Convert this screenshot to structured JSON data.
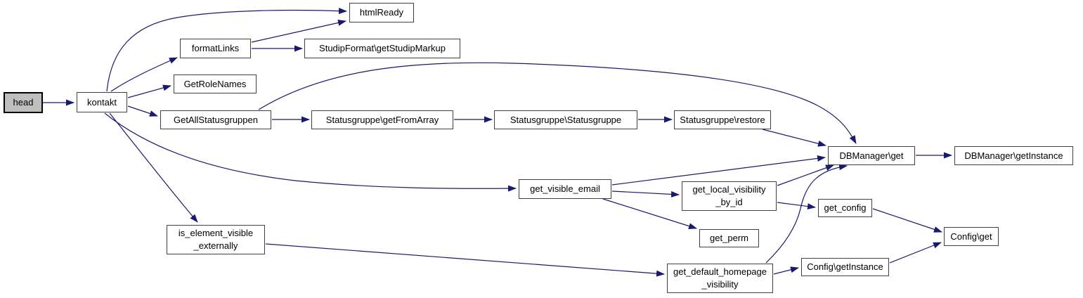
{
  "graph": {
    "title": "call graph",
    "colors": {
      "edge": "#191970",
      "node_border": "#404040",
      "node_fill": "#ffffff",
      "root_fill": "#bfbfbf",
      "text": "#000000",
      "background": "#ffffff"
    },
    "nodes": {
      "head": {
        "label": "head",
        "root": "true"
      },
      "kontakt": {
        "label": "kontakt"
      },
      "htmlReady": {
        "label": "htmlReady"
      },
      "formatLinks": {
        "label": "formatLinks"
      },
      "getStudipMarkup": {
        "label": "StudipFormat\\getStudipMarkup"
      },
      "GetRoleNames": {
        "label": "GetRoleNames"
      },
      "GetAllStatusgruppen": {
        "label": "GetAllStatusgruppen"
      },
      "getFromArray": {
        "label": "Statusgruppe\\getFromArray"
      },
      "statusgruppe_ctor": {
        "label": "Statusgruppe\\Statusgruppe"
      },
      "statusgruppe_restore": {
        "label": "Statusgruppe\\restore"
      },
      "dbmanager_get": {
        "label": "DBManager\\get"
      },
      "dbmanager_getInstance": {
        "label": "DBManager\\getInstance"
      },
      "get_visible_email": {
        "label": "get_visible_email"
      },
      "get_local_visibility_by_id": {
        "label": "get_local_visibility\n_by_id"
      },
      "get_perm": {
        "label": "get_perm"
      },
      "is_element_visible_externally": {
        "label": "is_element_visible\n_externally"
      },
      "get_config": {
        "label": "get_config"
      },
      "config_get": {
        "label": "Config\\get"
      },
      "config_getInstance": {
        "label": "Config\\getInstance"
      },
      "get_default_homepage_visibility": {
        "label": "get_default_homepage\n_visibility"
      }
    },
    "edges": [
      {
        "from": "head",
        "to": "kontakt"
      },
      {
        "from": "kontakt",
        "to": "htmlReady"
      },
      {
        "from": "kontakt",
        "to": "formatLinks"
      },
      {
        "from": "kontakt",
        "to": "GetRoleNames"
      },
      {
        "from": "kontakt",
        "to": "GetAllStatusgruppen"
      },
      {
        "from": "kontakt",
        "to": "get_visible_email"
      },
      {
        "from": "kontakt",
        "to": "is_element_visible_externally"
      },
      {
        "from": "formatLinks",
        "to": "htmlReady"
      },
      {
        "from": "formatLinks",
        "to": "getStudipMarkup"
      },
      {
        "from": "GetAllStatusgruppen",
        "to": "getFromArray"
      },
      {
        "from": "GetAllStatusgruppen",
        "to": "dbmanager_get"
      },
      {
        "from": "getFromArray",
        "to": "statusgruppe_ctor"
      },
      {
        "from": "statusgruppe_ctor",
        "to": "statusgruppe_restore"
      },
      {
        "from": "statusgruppe_restore",
        "to": "dbmanager_get"
      },
      {
        "from": "dbmanager_get",
        "to": "dbmanager_getInstance"
      },
      {
        "from": "get_visible_email",
        "to": "dbmanager_get"
      },
      {
        "from": "get_visible_email",
        "to": "get_local_visibility_by_id"
      },
      {
        "from": "get_visible_email",
        "to": "get_perm"
      },
      {
        "from": "get_local_visibility_by_id",
        "to": "dbmanager_get"
      },
      {
        "from": "get_local_visibility_by_id",
        "to": "get_config"
      },
      {
        "from": "get_config",
        "to": "config_get"
      },
      {
        "from": "is_element_visible_externally",
        "to": "get_default_homepage_visibility"
      },
      {
        "from": "get_default_homepage_visibility",
        "to": "config_getInstance"
      },
      {
        "from": "get_default_homepage_visibility",
        "to": "dbmanager_get"
      },
      {
        "from": "config_getInstance",
        "to": "config_get"
      }
    ]
  }
}
